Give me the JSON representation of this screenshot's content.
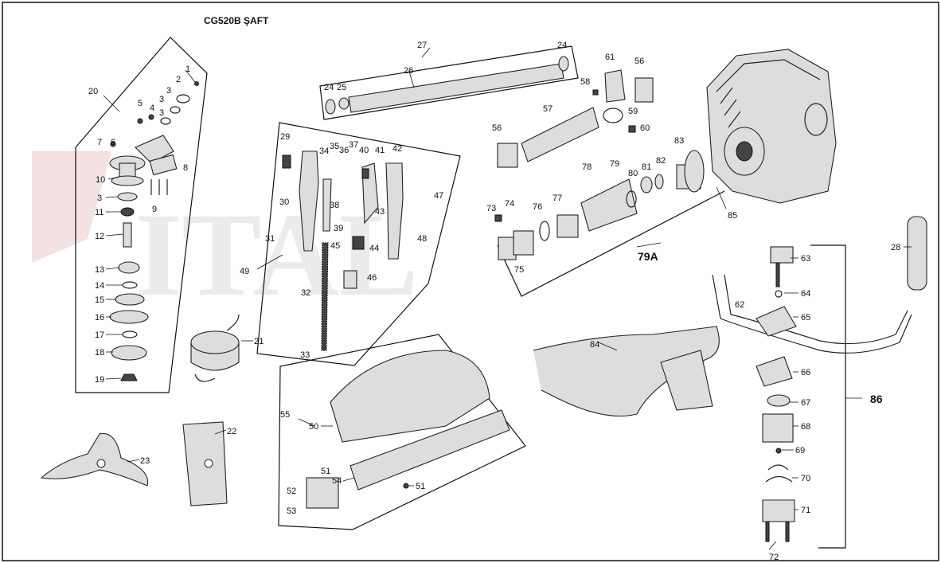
{
  "title": "CG520B ŞAFT",
  "watermark": "ITAL",
  "labels": {
    "l1": "1",
    "l2": "2",
    "l3a": "3",
    "l3b": "3",
    "l3c": "3",
    "l4": "4",
    "l5": "5",
    "l6": "6",
    "l7": "7",
    "l8": "8",
    "l9": "9",
    "l10": "10",
    "l11": "11",
    "l12": "12",
    "l13": "13",
    "l14": "14",
    "l15": "15",
    "l16": "16",
    "l17": "17",
    "l18": "18",
    "l19": "19",
    "l20": "20",
    "l21": "21",
    "l22": "22",
    "l23": "23",
    "l24a": "24",
    "l24b": "24",
    "l25": "25",
    "l26": "26",
    "l27": "27",
    "l28": "28",
    "l29": "29",
    "l30": "30",
    "l31": "31",
    "l32": "32",
    "l33": "33",
    "l34": "34",
    "l35": "35",
    "l36": "36",
    "l37": "37",
    "l38": "38",
    "l39": "39",
    "l40": "40",
    "l41": "41",
    "l42": "42",
    "l43": "43",
    "l44": "44",
    "l45": "45",
    "l46": "46",
    "l47": "47",
    "l48": "48",
    "l49": "49",
    "l50": "50",
    "l51a": "51",
    "l51b": "51",
    "l52": "52",
    "l53": "53",
    "l54": "54",
    "l55": "55",
    "l56a": "56",
    "l56b": "56",
    "l57": "57",
    "l58": "58",
    "l59": "59",
    "l60": "60",
    "l61": "61",
    "l62": "62",
    "l63": "63",
    "l64": "64",
    "l65": "65",
    "l66": "66",
    "l67": "67",
    "l68": "68",
    "l69": "69",
    "l70": "70",
    "l71": "71",
    "l72": "72",
    "l73": "73",
    "l74": "74",
    "l75": "75",
    "l76": "76",
    "l77": "77",
    "l78": "78",
    "l79": "79",
    "l79a": "79A",
    "l80": "80",
    "l81": "81",
    "l82": "82",
    "l83": "83",
    "l84": "84",
    "l85": "85",
    "l86": "86"
  }
}
